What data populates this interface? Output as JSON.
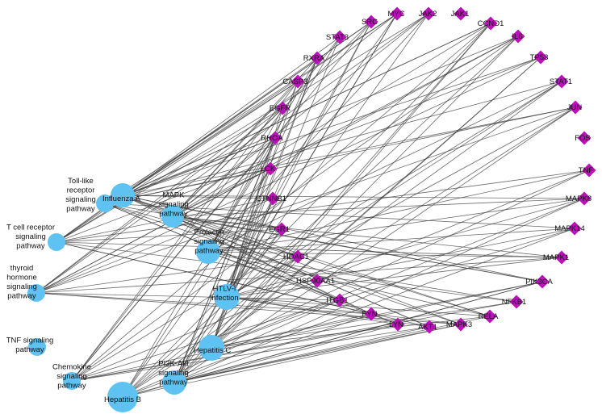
{
  "style": {
    "pathway_color": "#5ec3f2",
    "gene_color": "#bb11bb",
    "edge_color": "#3a3a3a",
    "label_color": "#111111",
    "background": "#ffffff"
  },
  "pathways": [
    {
      "id": "influenza",
      "lines": [
        "Influenza A"
      ]
    },
    {
      "id": "toll_like",
      "lines": [
        "Toll-like",
        "receptor",
        "signaling",
        "pathway"
      ]
    },
    {
      "id": "mapk",
      "lines": [
        "MAPK",
        "signaling",
        "pathway"
      ]
    },
    {
      "id": "tcell",
      "lines": [
        "T cell receptor",
        "signaling",
        "pathway"
      ]
    },
    {
      "id": "prolactin",
      "lines": [
        "Prolactin",
        "signaling",
        "pathway"
      ]
    },
    {
      "id": "thyroid",
      "lines": [
        "thyroid",
        "hormone",
        "signaling",
        "pathway"
      ]
    },
    {
      "id": "htlv",
      "lines": [
        "HTLV-I",
        "infection"
      ]
    },
    {
      "id": "tnf",
      "lines": [
        "TNF signaling",
        "pathway"
      ]
    },
    {
      "id": "hepc",
      "lines": [
        "Hepatitis C"
      ]
    },
    {
      "id": "chemokine",
      "lines": [
        "Chemokine",
        "signaling",
        "pathway"
      ]
    },
    {
      "id": "pi3k",
      "lines": [
        "PI3K-Akt",
        "signaling",
        "pathway"
      ]
    },
    {
      "id": "hepb",
      "lines": [
        "Hepatitis B"
      ]
    }
  ],
  "genes": [
    {
      "id": "SRC",
      "label": "SRC"
    },
    {
      "id": "MYC",
      "label": "MYC"
    },
    {
      "id": "JAK2",
      "label": "JAK2"
    },
    {
      "id": "JAK1",
      "label": "JAK1"
    },
    {
      "id": "CCND1",
      "label": "CCND1"
    },
    {
      "id": "STAT3",
      "label": "STAT3"
    },
    {
      "id": "IL6",
      "label": "IL6"
    },
    {
      "id": "TP53",
      "label": "TP53"
    },
    {
      "id": "RXRA",
      "label": "RXRA"
    },
    {
      "id": "STAT1",
      "label": "STAT1"
    },
    {
      "id": "CASP3",
      "label": "CASP3"
    },
    {
      "id": "JUN",
      "label": "JUN"
    },
    {
      "id": "EGFR",
      "label": "EGFR"
    },
    {
      "id": "FOS",
      "label": "FOS"
    },
    {
      "id": "RHOA",
      "label": "RHOA"
    },
    {
      "id": "TNF",
      "label": "TNF"
    },
    {
      "id": "LCK",
      "label": "LCK"
    },
    {
      "id": "CTNNB1",
      "label": "CTNNB1"
    },
    {
      "id": "MAPK8",
      "label": "MAPK8"
    },
    {
      "id": "MAPK14",
      "label": "MAPK14"
    },
    {
      "id": "EGR1",
      "label": "EGR1"
    },
    {
      "id": "HDAC1",
      "label": "HDAC1"
    },
    {
      "id": "MAPK1",
      "label": "MAPK1"
    },
    {
      "id": "HSP90AA1",
      "label": "HSP90AA1"
    },
    {
      "id": "PIK3CA",
      "label": "PIK3CA"
    },
    {
      "id": "NFKB1",
      "label": "NFKB1"
    },
    {
      "id": "ITGB1",
      "label": "ITGB1"
    },
    {
      "id": "FYN",
      "label": "FYN"
    },
    {
      "id": "RELA",
      "label": "RELA"
    },
    {
      "id": "LYN",
      "label": "LYN"
    },
    {
      "id": "AKT1",
      "label": "AKT1"
    },
    {
      "id": "MAPK3",
      "label": "MAPK3"
    }
  ]
}
